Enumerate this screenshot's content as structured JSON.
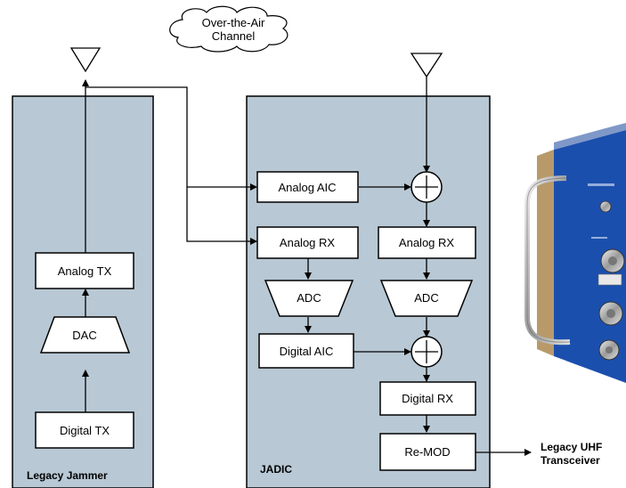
{
  "cloud": {
    "line1": "Over-the-Air",
    "line2": "Channel"
  },
  "jammer": {
    "title": "Legacy Jammer",
    "analog_tx": "Analog TX",
    "dac": "DAC",
    "digital_tx": "Digital TX"
  },
  "jadic": {
    "title": "JADIC",
    "analog_aic": "Analog AIC",
    "analog_rx_left": "Analog RX",
    "analog_rx_right": "Analog RX",
    "adc_left": "ADC",
    "adc_right": "ADC",
    "digital_aic": "Digital AIC",
    "digital_rx": "Digital RX",
    "remod": "Re-MOD"
  },
  "output": {
    "line1": "Legacy UHF",
    "line2": "Transceiver"
  },
  "colors": {
    "panel": "#b8c8d4",
    "device_body": "#1b4fae",
    "device_side": "#b89a6a"
  }
}
